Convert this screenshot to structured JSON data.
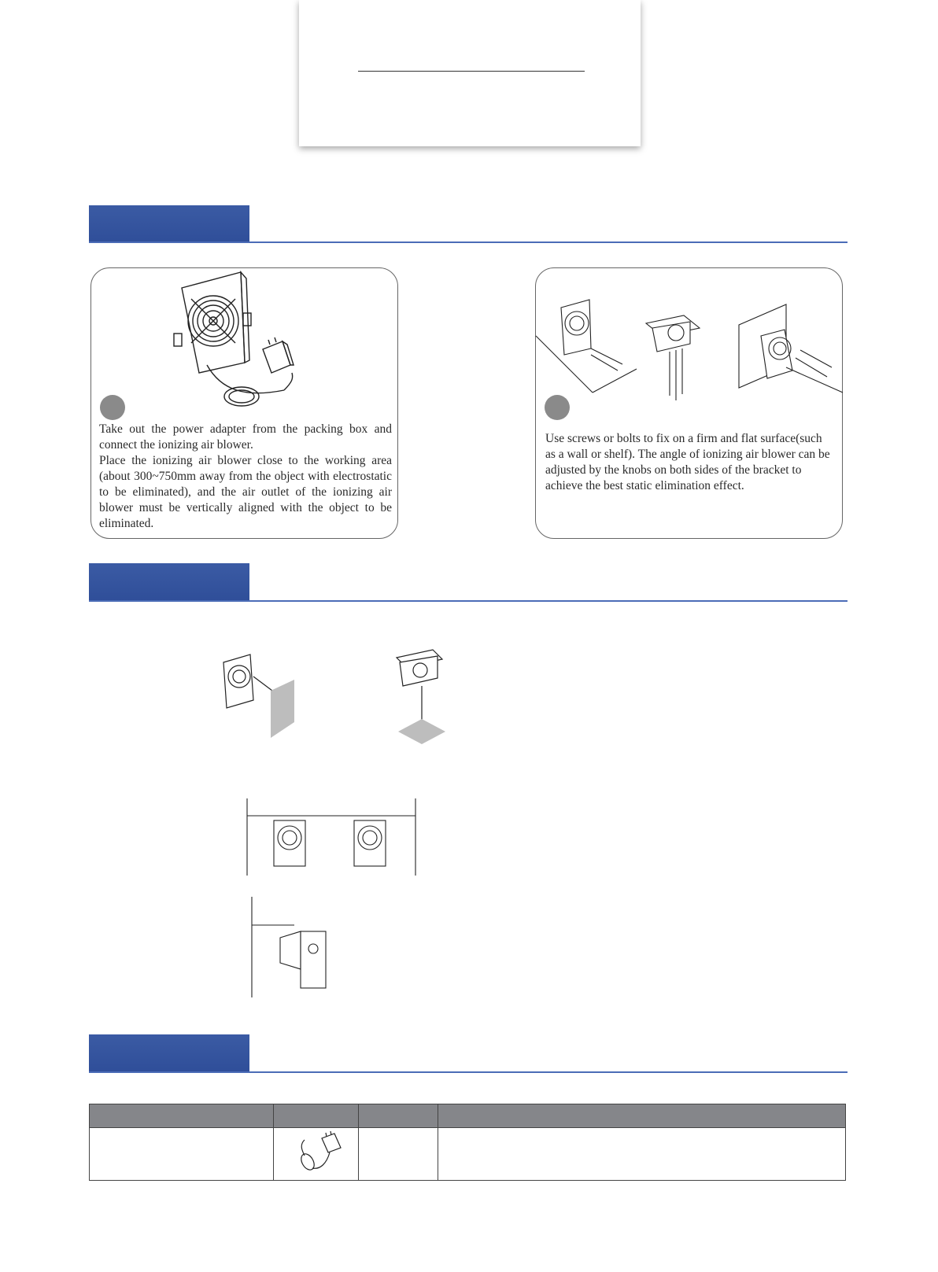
{
  "panels": {
    "left": {
      "step1": "Take out the power adapter from the packing box and connect the ionizing air blower.",
      "step2": "Place the ionizing air blower close to the working area (about 300~750mm away from the object with electrostatic to be eliminated), and the air outlet of the ionizing air blower must be vertically aligned with the object to be eliminated."
    },
    "right": {
      "text": "Use screws or bolts to fix on a firm and flat surface(such as a wall or shelf). The angle of ionizing air blower can be adjusted by the knobs on both sides of the bracket to achieve the best static elimination effect."
    }
  },
  "table": {
    "columns": [
      "",
      "",
      "",
      ""
    ],
    "rows": [
      [
        "",
        "power-adapter-image",
        "",
        ""
      ]
    ]
  },
  "colors": {
    "section_tab": "#3b5ba4",
    "rule": "#4b6cb7",
    "table_header": "#85868a",
    "badge": "#8a8a8a"
  }
}
